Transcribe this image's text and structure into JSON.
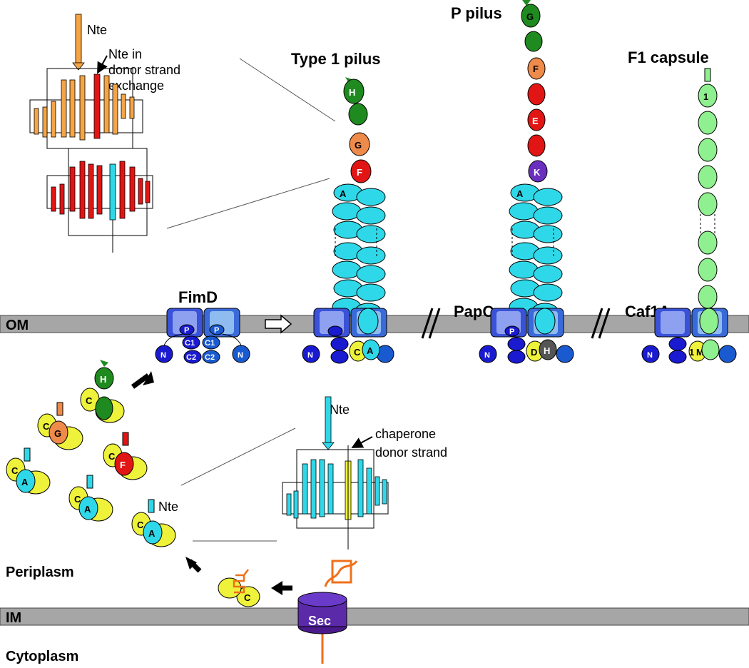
{
  "labels": {
    "nte_top": "Nte",
    "nte_dse_1": "Nte in",
    "nte_dse_2": "donor strand",
    "nte_dse_3": "exchange",
    "type1": "Type 1 pilus",
    "p_pilus": "P pilus",
    "f1": "F1 capsule",
    "fimd": "FimD",
    "papc": "PapC",
    "caf1a": "Caf1A",
    "om": "OM",
    "im": "IM",
    "periplasm": "Periplasm",
    "cytoplasm": "Cytoplasm",
    "sec": "Sec",
    "nte_mid": "Nte",
    "chap_1": "chaperone",
    "chap_2": "donor strand",
    "nte_small": "Nte"
  },
  "subunits": {
    "H": "H",
    "G": "G",
    "F": "F",
    "A": "A",
    "E": "E",
    "K": "K",
    "D": "D",
    "C": "C",
    "M": "M",
    "one": "1",
    "P": "P",
    "N": "N",
    "C1": "C1",
    "C2": "C2"
  },
  "colors": {
    "green": "#1f8a1f",
    "orange": "#ee8a4a",
    "red": "#e21515",
    "cyan": "#2fd8e8",
    "yellow": "#eef23a",
    "purple": "#6a2fbe",
    "lightgreen": "#8ef08e",
    "blue": "#1a1ad0",
    "membrane": "#a6a6a6",
    "strand_orange": "#f5a546"
  }
}
